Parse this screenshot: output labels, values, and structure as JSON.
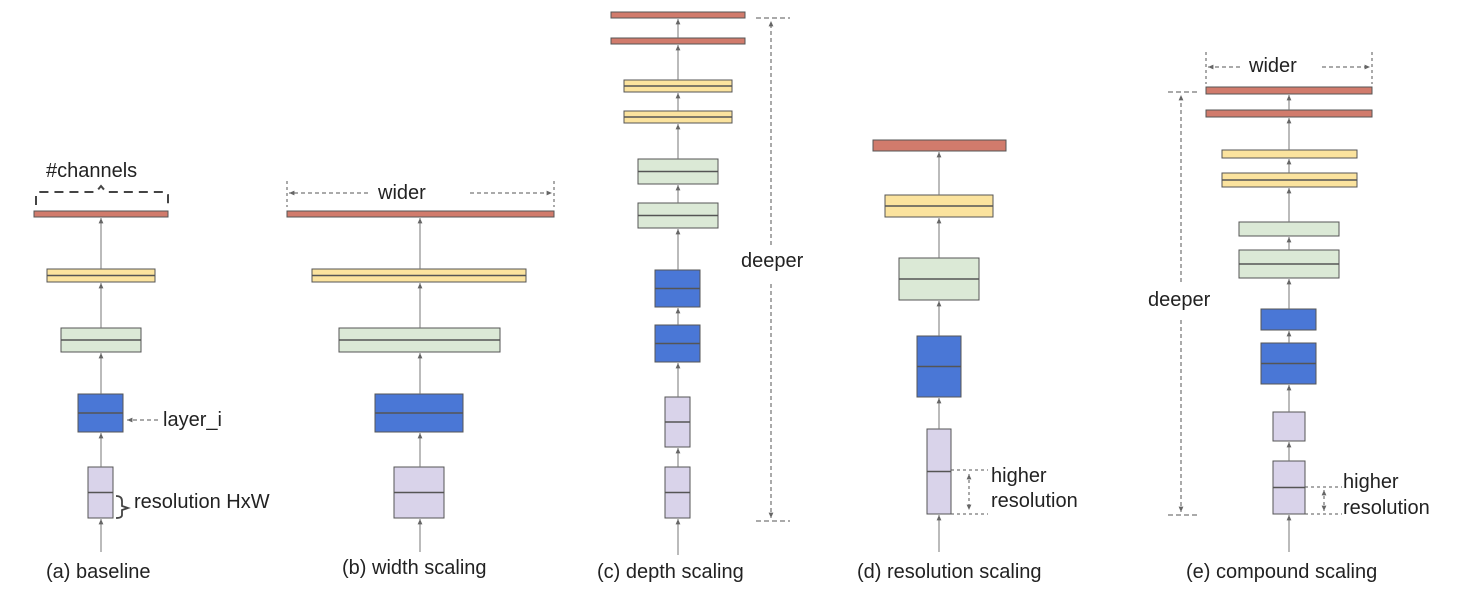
{
  "colors": {
    "red": "#d17b6c",
    "yellow": "#fbe39e",
    "green": "#dbe9d6",
    "blue": "#4a77d6",
    "lavender": "#d9d3ea",
    "stroke": "#555555",
    "line": "#777777"
  },
  "panels": {
    "a": {
      "caption": "(a) baseline",
      "channels_label": "#channels",
      "layer_label": "layer_i",
      "resolution_label": "resolution HxW"
    },
    "b": {
      "caption": "(b) width scaling",
      "wider_label": "wider"
    },
    "c": {
      "caption": "(c) depth scaling",
      "deeper_label": "deeper"
    },
    "d": {
      "caption": "(d) resolution scaling",
      "higher_label": "higher",
      "resolution_label": "resolution"
    },
    "e": {
      "caption": "(e) compound scaling",
      "wider_label": "wider",
      "deeper_label": "deeper",
      "higher_label": "higher",
      "resolution_label": "resolution"
    }
  }
}
